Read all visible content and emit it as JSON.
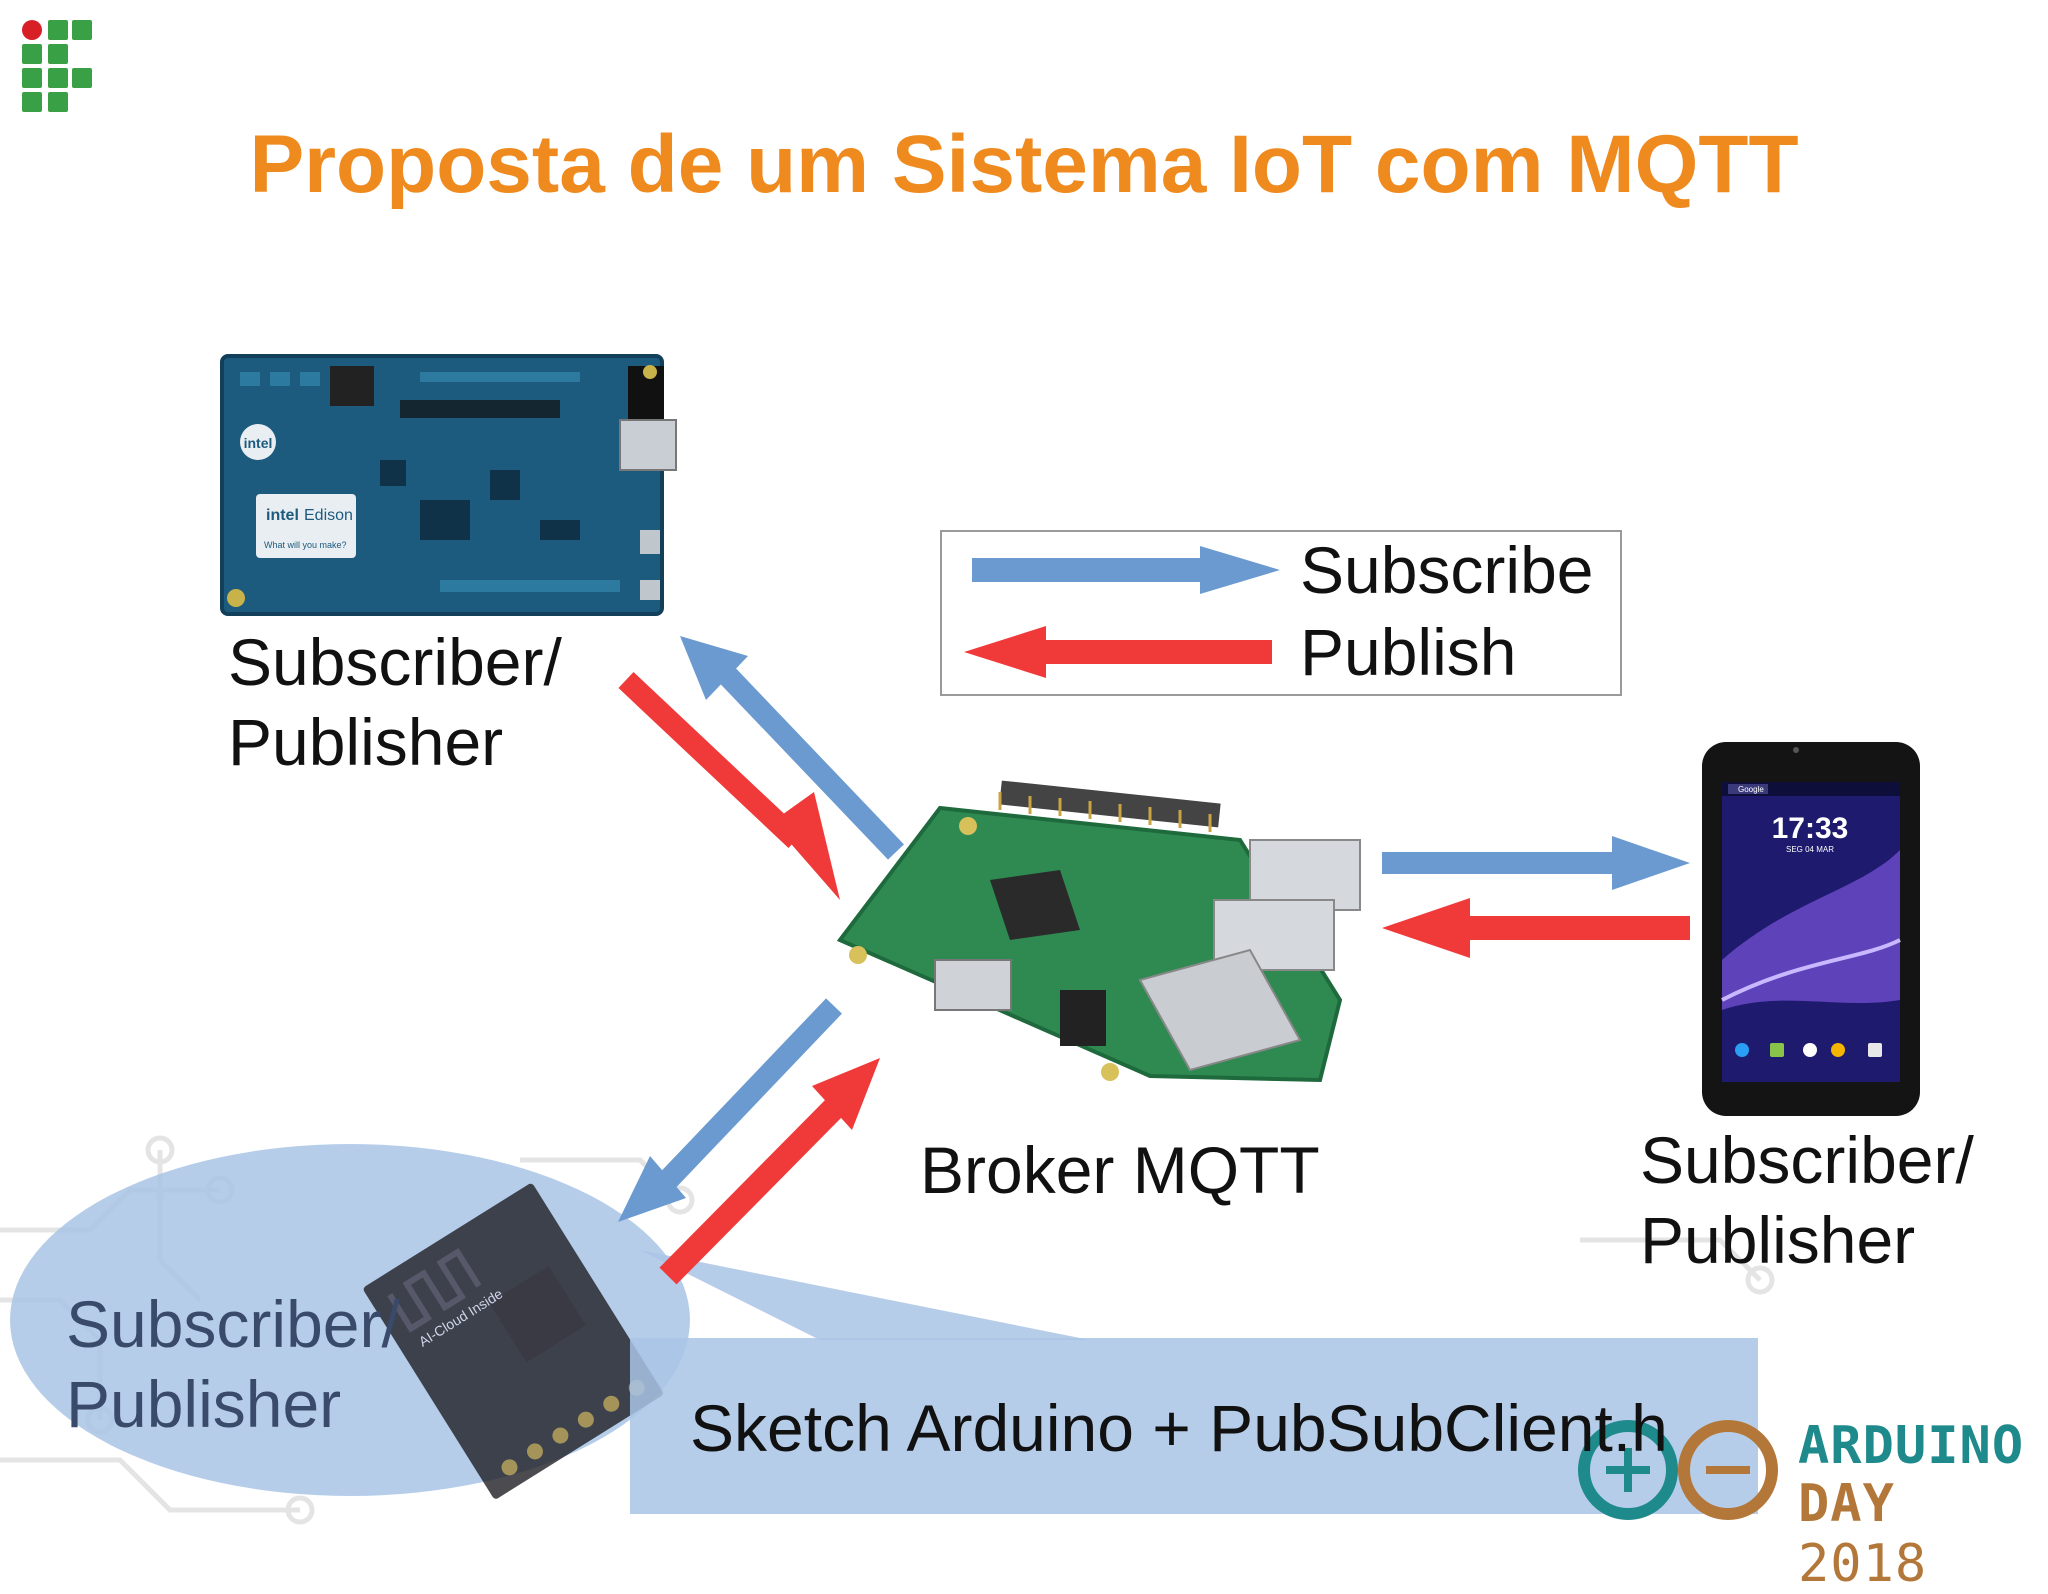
{
  "title": "Proposta de um Sistema IoT com MQTT",
  "legend": {
    "subscribe": "Subscribe",
    "publish": "Publish",
    "subscribe_color": "#6a9ad0",
    "publish_color": "#f03a3a"
  },
  "nodes": {
    "edison": {
      "label_line1": "Subscriber/",
      "label_line2": "Publisher",
      "board_brand": "intel",
      "board_name": "Edison",
      "board_tagline": "What will you make?"
    },
    "broker": {
      "label": "Broker MQTT"
    },
    "tablet": {
      "label_line1": "Subscriber/",
      "label_line2": "Publisher",
      "clock": "17:33",
      "date": "SEG 04 MAR",
      "search": "Google"
    },
    "esp": {
      "label_line1": "Subscriber/",
      "label_line2": "Publisher",
      "module_text": "AI-Cloud Inside"
    }
  },
  "callout": {
    "text": "Sketch Arduino + PubSubClient.h"
  },
  "event_logo": {
    "line1": "ARDUINO",
    "line2_word": "DAY",
    "line2_year": "2018"
  },
  "colors": {
    "title": "#ef8a1f",
    "institution_green": "#3aa046",
    "institution_red": "#d81f26",
    "callout_fill": "#a9c4e6"
  }
}
